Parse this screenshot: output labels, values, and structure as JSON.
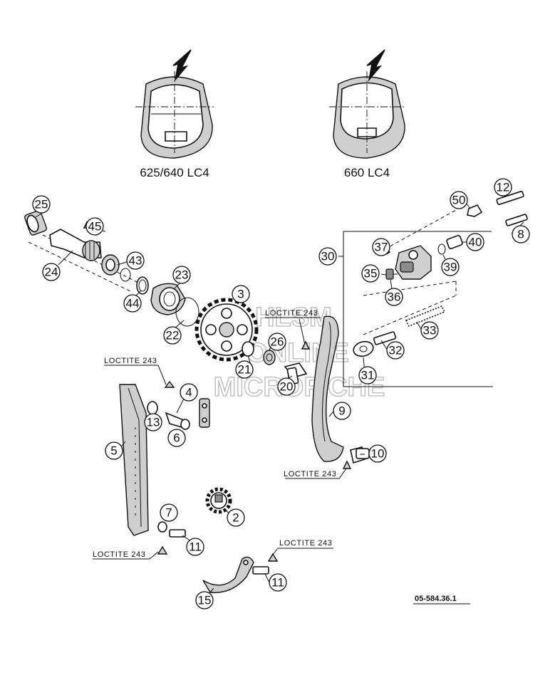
{
  "captions": {
    "left_variant": "625/640 LC4",
    "right_variant": "660 LC4"
  },
  "reference_number": "05-584.36.1",
  "loctite_label": "LOCTITE 243",
  "watermark": {
    "line1": "HLSM",
    "line2": "ONLINE",
    "line3": "MICROFICHE"
  },
  "callouts": {
    "c2": "2",
    "c3": "3",
    "c4": "4",
    "c5": "5",
    "c6": "6",
    "c7": "7",
    "c8": "8",
    "c9": "9",
    "c10": "10",
    "c11a": "11",
    "c11b": "11",
    "c12": "12",
    "c13": "13",
    "c15": "15",
    "c20": "20",
    "c21": "21",
    "c22": "22",
    "c23": "23",
    "c24": "24",
    "c25": "25",
    "c26": "26",
    "c30": "30",
    "c31": "31",
    "c32": "32",
    "c33": "33",
    "c35": "35",
    "c36": "36",
    "c37": "37",
    "c39": "39",
    "c40": "40",
    "c43": "43",
    "c44": "44",
    "c45": "45",
    "c50": "50"
  },
  "colors": {
    "ink": "#111111",
    "paper": "#ffffff",
    "watermark": "#b8b8b8"
  }
}
